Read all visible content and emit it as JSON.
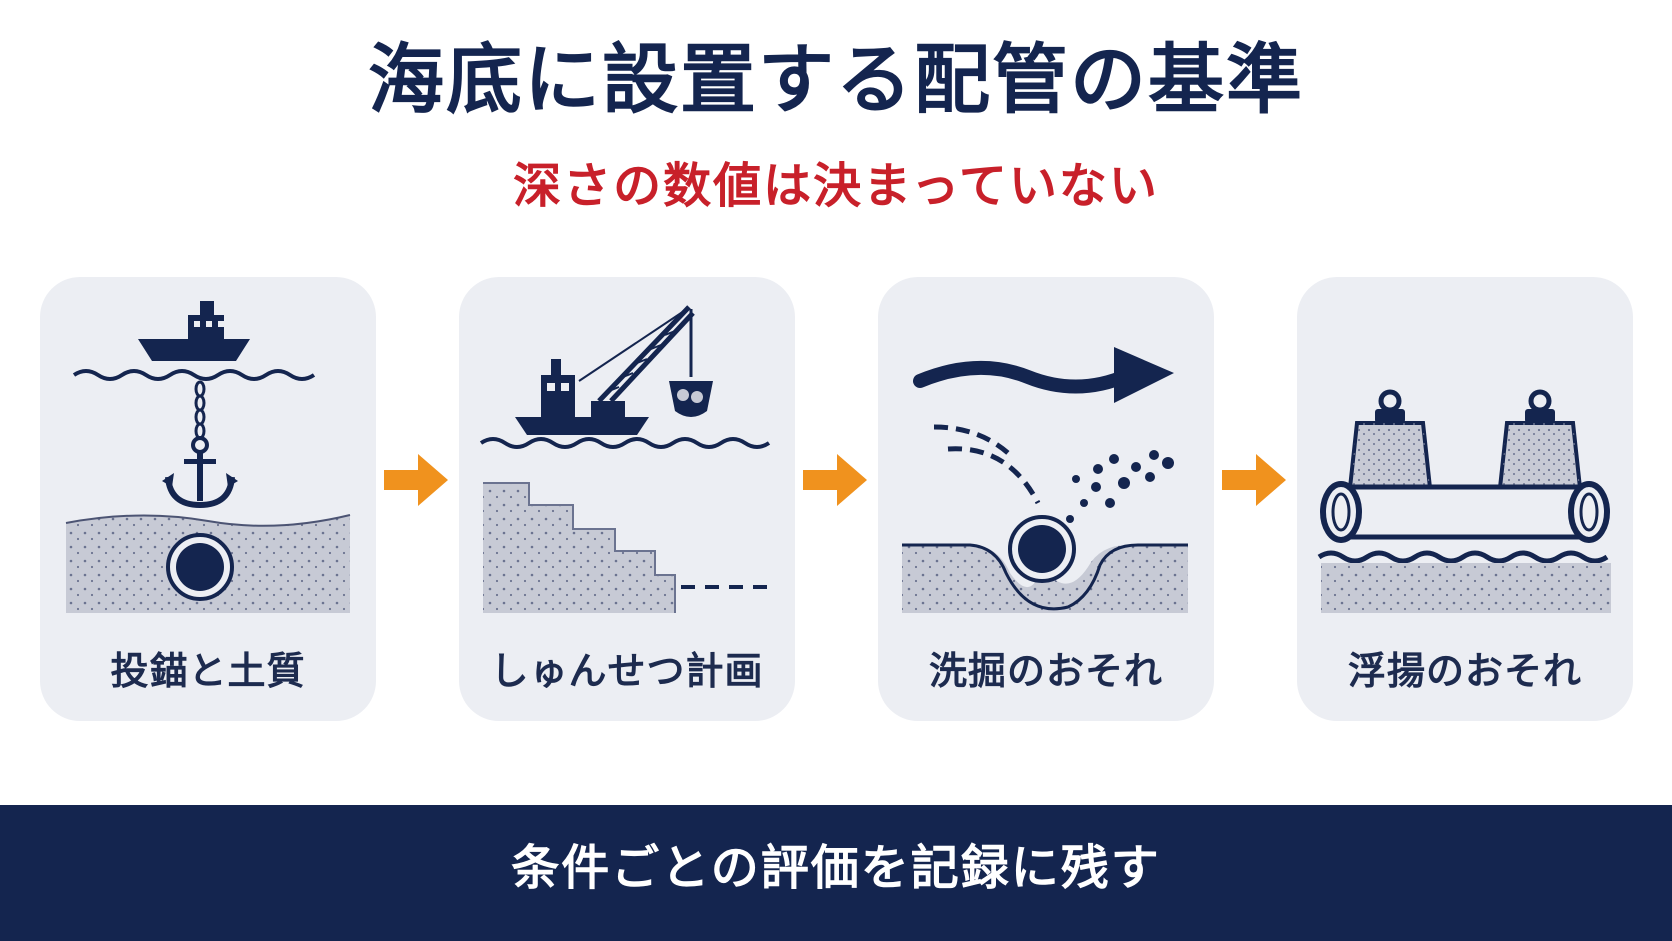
{
  "title": "海底に設置する配管の基準",
  "subtitle": "深さの数値は決まっていない",
  "steps": [
    {
      "label": "投錨と土質",
      "icon": "ship-anchor-pipe-icon"
    },
    {
      "label": "しゅんせつ計画",
      "icon": "dredger-crane-icon"
    },
    {
      "label": "洗掘のおそれ",
      "icon": "current-scour-icon"
    },
    {
      "label": "浮揚のおそれ",
      "icon": "floating-pipe-weights-icon"
    }
  ],
  "footer": {
    "text": "条件ごとの評価を記録に残す"
  },
  "colors": {
    "navy": "#14254f",
    "red": "#c8202a",
    "orange": "#f0921e",
    "card_bg": "#eceef3",
    "soil": "#c7cad5"
  }
}
